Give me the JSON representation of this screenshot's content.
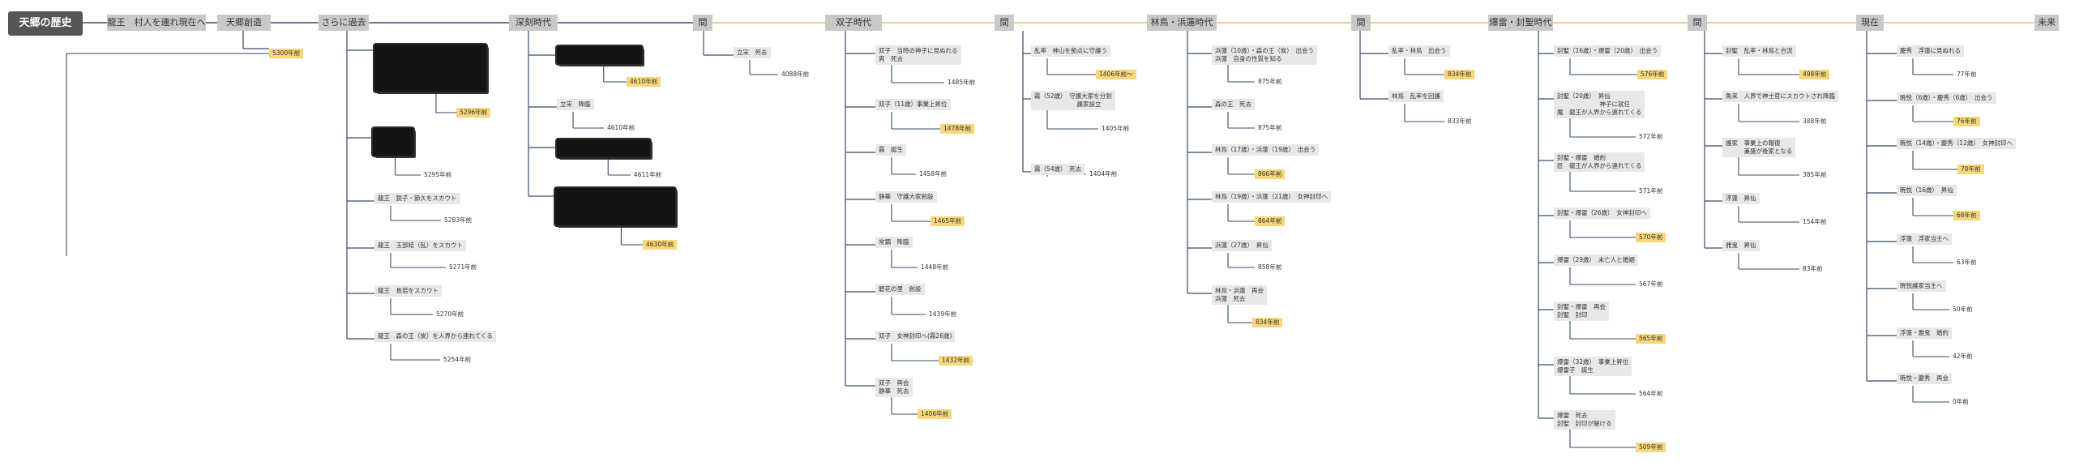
{
  "title": "天郷の歴史",
  "colors": {
    "header": "#c9c9c9",
    "title_bg": "#555555",
    "highlight": "#f8d77a",
    "event_bg": "#e8e8e8",
    "line_dark": "#3a4a6a",
    "line_gold": "#e0bf5a"
  },
  "headers": [
    "龍王　村人を連れ現在へ",
    "天郷創造",
    "さらに過去",
    "深刻時代",
    "間",
    "双子時代",
    "間",
    "林鳥・浜蓮時代",
    "間",
    "爆雷・封聖時代",
    "間",
    "現在",
    "未来"
  ],
  "events": {
    "e01": {
      "text": "",
      "year": "5300年前"
    },
    "e02": {
      "text": "",
      "year": "5296年前"
    },
    "e03": {
      "text": "",
      "year": "5295年前"
    },
    "e04": {
      "text": "龍王　鋭子・節久をスカウト",
      "year": "5283年前"
    },
    "e05": {
      "text": "龍王　玉部結（乱）をスカウト",
      "year": "5271年前"
    },
    "e06": {
      "text": "龍王　長若をスカウト",
      "year": "5270年前"
    },
    "e07": {
      "text": "龍王　森の王（炭）を人界から連れてくる",
      "year": "5254年前"
    },
    "e08": {
      "text": "",
      "year": "4610年前"
    },
    "e09": {
      "text": "立宋　降臨",
      "year": "4610年前"
    },
    "e10": {
      "text": "",
      "year": "4611年前"
    },
    "e11": {
      "text": "",
      "year": "4630年前"
    },
    "e12": {
      "text": "立宋　死去",
      "year": "4088年前"
    },
    "e13": {
      "text": "双子　当時の神子に見ぬれる\n爽　死去",
      "year": "1485年前"
    },
    "e14": {
      "text": "双子（11歳）事業上昇位",
      "year": "1478年前"
    },
    "e15": {
      "text": "霧　誕生",
      "year": "1458年前"
    },
    "e16": {
      "text": "静華　守護大家創設",
      "year": "1465年前"
    },
    "e17": {
      "text": "常鏑　降臨",
      "year": "1448年前"
    },
    "e18": {
      "text": "碧花の里　創設",
      "year": "1439年前"
    },
    "e19": {
      "text": "双子　女神封印へ(霧26歳)",
      "year": "1432年前"
    },
    "e20": {
      "text": "双子　再会\n静華　死去",
      "year": "1406年前"
    },
    "e21": {
      "text": "乱率　神山を拠点に守護う",
      "year": "1406年前〜"
    },
    "e22": {
      "text": "霧（52歳）　守護大家を分割\n　　　　　　　護家設立",
      "year": "1405年前"
    },
    "e23": {
      "text": "霧（54歳）　死去",
      "year": "1404年前"
    },
    "e24": {
      "text": "浜蓮（10歳）・森の王（炭）　出会う\n浜蓮　自身の性質を知る",
      "year": "875年前"
    },
    "e25": {
      "text": "森の王　死去",
      "year": "875年前"
    },
    "e26": {
      "text": "林鳥（17歳）・浜蓮（19歳）　出会う",
      "year": "866年前"
    },
    "e27": {
      "text": "林鳥（19歳）・浜蓮（21歳）　女神封印へ",
      "year": "864年前"
    },
    "e28": {
      "text": "浜蓮（27歳）　昇仙",
      "year": "858年前"
    },
    "e29": {
      "text": "林鳥・浜蓮　再会\n浜蓮　死去",
      "year": "834年前"
    },
    "e30": {
      "text": "乱率・林鳥　出会う",
      "year": "834年前"
    },
    "e31": {
      "text": "林鳥　乱率を回護",
      "year": "833年前"
    },
    "e32": {
      "text": "封聖（16歳）・爆雷（20歳）　出会う",
      "year": "576年前"
    },
    "e33": {
      "text": "封聖（20歳）　昇仙\n　　　　　　　神子に就任\n魔　龍王が人界から連れてくる",
      "year": "572年前"
    },
    "e34": {
      "text": "封聖・爆雷　婚約\n匠　龍王が人界から連れてくる",
      "year": "571年前"
    },
    "e35": {
      "text": "封聖・爆雷（26歳）　女神封印へ",
      "year": "570年前"
    },
    "e36": {
      "text": "爆雷（29歳）　未亡人と婚姻",
      "year": "567年前"
    },
    "e37": {
      "text": "封聖・爆雷　再会\n封聖　封印",
      "year": "565年前"
    },
    "e38": {
      "text": "爆雷（32歳）　事業上昇位\n爆雷子　誕生",
      "year": "564年前"
    },
    "e39": {
      "text": "爆雷　死去\n封聖　封印が解ける",
      "year": "509年前"
    },
    "e40": {
      "text": "封聖　乱率・林鳥と合流",
      "year": "498年前"
    },
    "e41": {
      "text": "魚来　人界で神士官にスカウトされ降臨",
      "year": "388年前"
    },
    "e42": {
      "text": "護家　事業上の報復\n　　　兼盛が後家となる",
      "year": "385年前"
    },
    "e43": {
      "text": "浮蓮　昇仙",
      "year": "154年前"
    },
    "e44": {
      "text": "雅鬼　昇仙",
      "year": "83年前"
    },
    "e45": {
      "text": "慶秀　浮蓮に見ぬれる",
      "year": "77年前"
    },
    "e46": {
      "text": "暁悦（6歳）・慶秀（6歳）　出会う",
      "year": "76年前"
    },
    "e47": {
      "text": "暁悦（14歳）・慶秀（12歳）　女神封印へ",
      "year": "70年前"
    },
    "e48": {
      "text": "暁悦（16歳）　昇仙",
      "year": "68年前"
    },
    "e49": {
      "text": "浮蓮　浮家当主へ",
      "year": "63年前"
    },
    "e50": {
      "text": "暁悦護家当主へ",
      "year": "50年前"
    },
    "e51": {
      "text": "浮蓮・雅鬼　婚約",
      "year": "42年前"
    },
    "e52": {
      "text": "暁悦・慶秀　再会",
      "year": "0年前"
    }
  }
}
